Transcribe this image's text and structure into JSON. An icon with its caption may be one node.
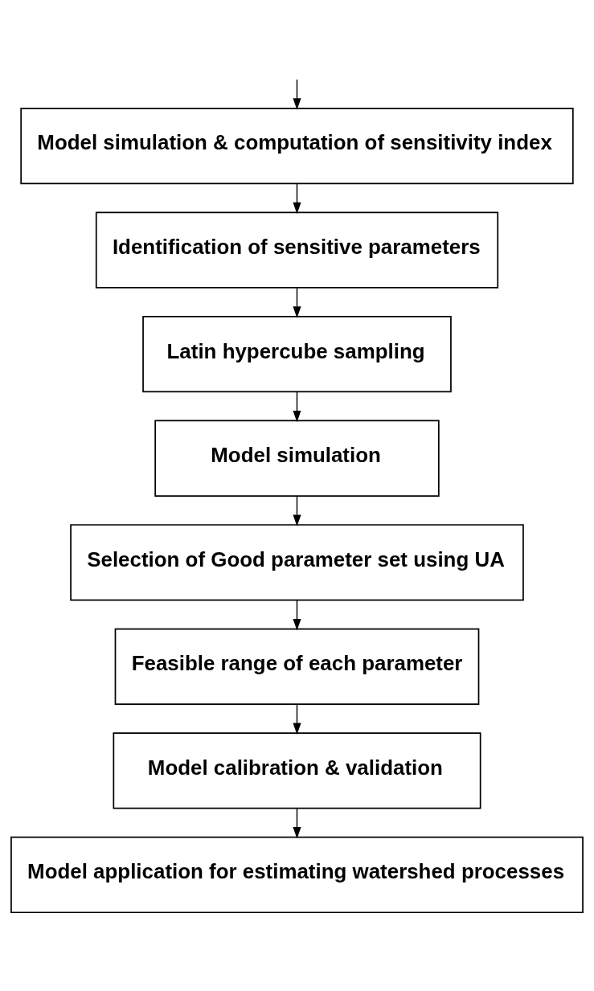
{
  "diagram": {
    "nodes": [
      {
        "text": [
          "Model simulation & computation of sensitivity index"
        ]
      },
      {
        "text": [
          "Identification of sensitive parameters"
        ]
      },
      {
        "text": [
          "Latin hypercube sampling"
        ]
      },
      {
        "text": [
          "Model simulation"
        ]
      },
      {
        "text": [
          "Selection of Good parameter set using UA"
        ]
      },
      {
        "text": [
          "Feasible range of each parameter"
        ]
      },
      {
        "text": [
          "Model calibration & validation"
        ]
      },
      {
        "text": [
          "Model application for estimating watershed processes"
        ]
      }
    ],
    "edges": [
      {
        "from": null,
        "to": 0,
        "arrow": "to"
      },
      {
        "from": 0,
        "to": 1,
        "arrow": "to"
      },
      {
        "from": 1,
        "to": 2,
        "arrow": "to"
      },
      {
        "from": 2,
        "to": 3,
        "arrow": "to"
      },
      {
        "from": 3,
        "to": 4,
        "arrow": "to"
      },
      {
        "from": 4,
        "to": 5,
        "arrow": "to"
      },
      {
        "from": 5,
        "to": 6,
        "arrow": "to"
      },
      {
        "from": 6,
        "to": 7,
        "arrow": "to"
      }
    ]
  }
}
